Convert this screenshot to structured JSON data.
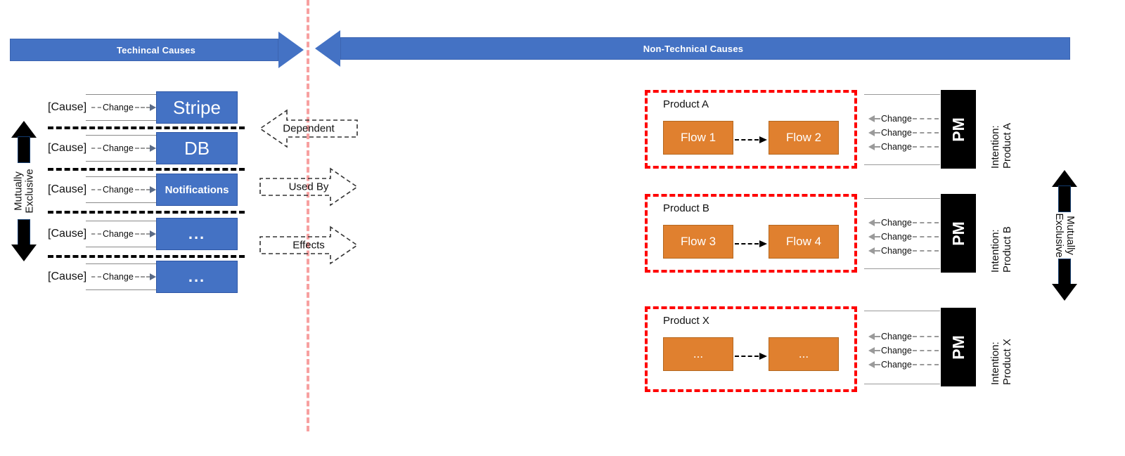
{
  "banners": {
    "technical": {
      "label": "Techincal Causes",
      "direction": "right",
      "color": "#4472C4"
    },
    "nontechnical": {
      "label": "Non-Technical Causes",
      "direction": "left",
      "color": "#4472C4"
    }
  },
  "mutually_exclusive": {
    "left": {
      "line1": "Mutually",
      "line2": "Exclusive"
    },
    "right": {
      "line1": "Mutually",
      "line2": "Exclusive"
    }
  },
  "technical_side": {
    "cause_label": "[Cause]",
    "change_label": "Change",
    "system_color": "#4472C4",
    "rows": [
      {
        "cause": "[Cause]",
        "change": "Change",
        "system": "Stripe",
        "style": "big"
      },
      {
        "cause": "[Cause]",
        "change": "Change",
        "system": "DB",
        "style": "big"
      },
      {
        "cause": "[Cause]",
        "change": "Change",
        "system": "Notifications",
        "style": "mid"
      },
      {
        "cause": "[Cause]",
        "change": "Change",
        "system": "...",
        "style": "dots"
      },
      {
        "cause": "[Cause]",
        "change": "Change",
        "system": "...",
        "style": "dots"
      }
    ]
  },
  "relations": [
    {
      "label": "Dependent",
      "direction": "left"
    },
    {
      "label": "Used By",
      "direction": "right"
    },
    {
      "label": "Effects",
      "direction": "right"
    }
  ],
  "nontechnical_side": {
    "flow_color": "#E0802F",
    "group_border_color": "#FF0000",
    "pm_label": "PM",
    "change_label": "Change",
    "change_count": 3,
    "intention_prefix": "Intention:",
    "products": [
      {
        "title": "Product A",
        "flows": [
          "Flow 1",
          "Flow 2"
        ],
        "changes": [
          "Change",
          "Change",
          "Change"
        ],
        "pm": "PM",
        "intention_line1": "Intention:",
        "intention_line2": "Product A"
      },
      {
        "title": "Product B",
        "flows": [
          "Flow 3",
          "Flow 4"
        ],
        "changes": [
          "Change",
          "Change",
          "Change"
        ],
        "pm": "PM",
        "intention_line1": "Intention:",
        "intention_line2": "Product B"
      },
      {
        "title": "Product X",
        "flows": [
          "...",
          "..."
        ],
        "changes": [
          "Change",
          "Change",
          "Change"
        ],
        "pm": "PM",
        "intention_line1": "Intention:",
        "intention_line2": "Product X"
      }
    ]
  }
}
